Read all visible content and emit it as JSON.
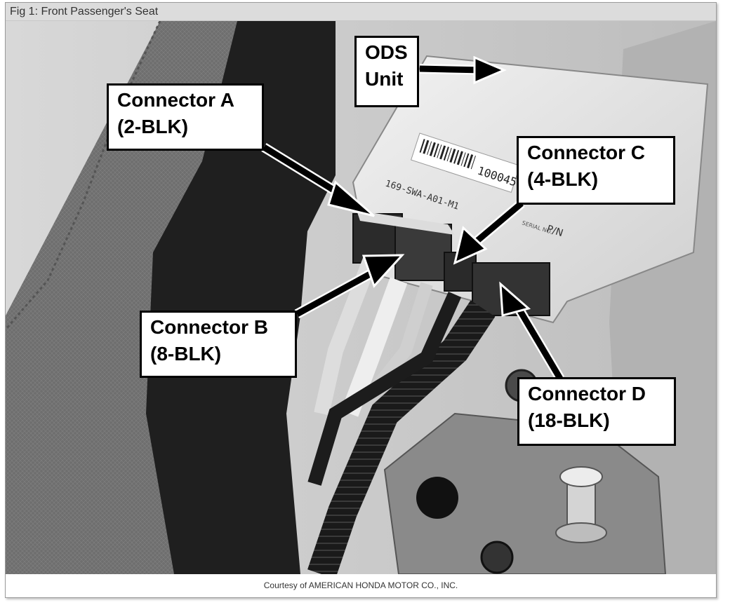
{
  "figure": {
    "caption": "Fig 1: Front Passenger's Seat",
    "credit": "Courtesy of AMERICAN HONDA MOTOR CO., INC."
  },
  "callouts": {
    "ods": {
      "line1": "ODS",
      "line2": "Unit"
    },
    "connector_a": {
      "line1": "Connector A",
      "line2": "(2-BLK)"
    },
    "connector_b": {
      "line1": "Connector B",
      "line2": "(8-BLK)"
    },
    "connector_c": {
      "line1": "Connector C",
      "line2": "(4-BLK)"
    },
    "connector_d": {
      "line1": "Connector D",
      "line2": "(18-BLK)"
    }
  },
  "unit_label": {
    "part_number": "169-SWA-A01-M1",
    "serial_number": "100045",
    "pn_prefix": "P/N",
    "serial_prefix": "SERIAL NO."
  },
  "colors": {
    "caption_bar": "#dcdcdc",
    "callout_border": "#000000",
    "callout_fill": "#ffffff"
  }
}
